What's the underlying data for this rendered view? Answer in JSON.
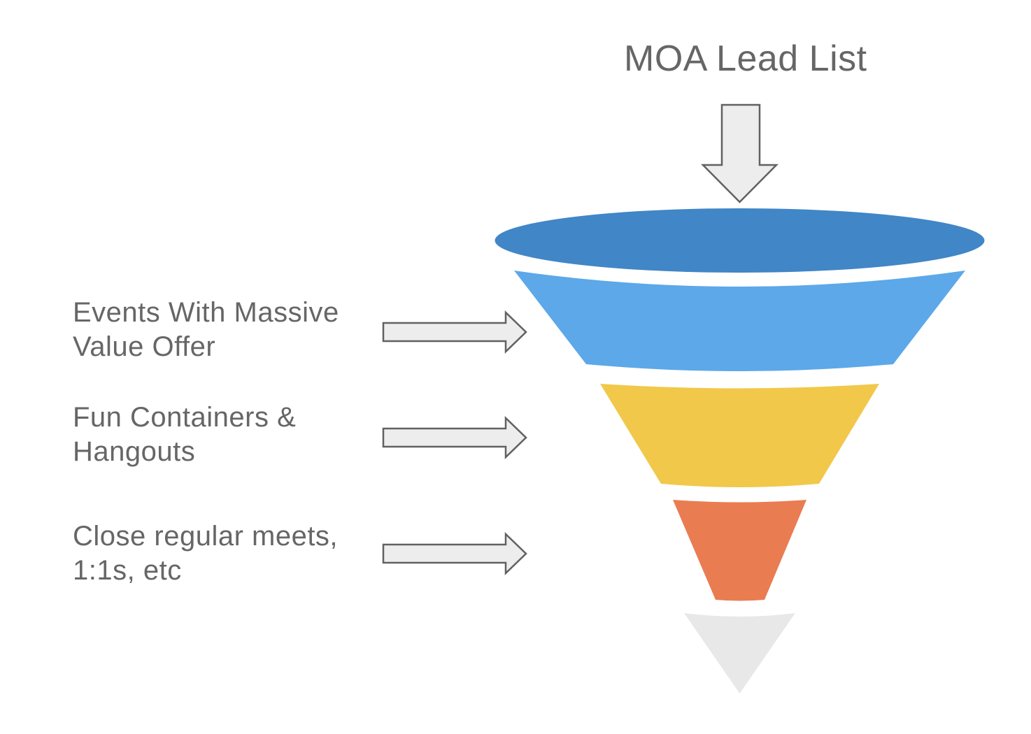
{
  "title": "MOA Lead List",
  "labels": [
    {
      "line1": "Events With Massive",
      "line2": "Value Offer"
    },
    {
      "line1": "Fun Containers &",
      "line2": "Hangouts"
    },
    {
      "line1": "Close regular meets,",
      "line2": "1:1s, etc"
    }
  ],
  "funnel": {
    "type": "funnel",
    "stages": [
      {
        "name": "lead-list-top",
        "color": "#4186C6"
      },
      {
        "name": "events-with-massive-value-offer",
        "color": "#5CA8E9"
      },
      {
        "name": "fun-containers-and-hangouts",
        "color": "#F1C84A"
      },
      {
        "name": "close-regular-meets-1-1s-etc",
        "color": "#EA7C52"
      },
      {
        "name": "funnel-tip",
        "color": "#E8E8E8"
      }
    ]
  },
  "arrow": {
    "fill": "#EDEDED",
    "border": "#616161"
  },
  "text_color": "#666666",
  "background": "#FFFFFF"
}
